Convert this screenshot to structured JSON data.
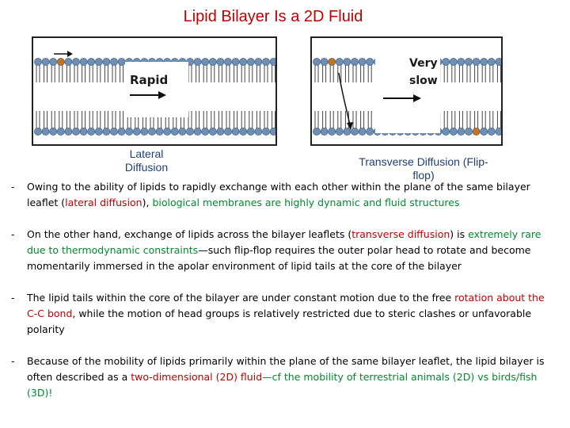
{
  "slide": {
    "title": "Lipid Bilayer Is a 2D Fluid"
  },
  "figure": {
    "left_label": "Rapid",
    "right_label_line1": "Very",
    "right_label_line2": "slow",
    "caption_left": "Lateral\nDiffusion",
    "caption_right": "Transverse Diffusion (Flip-\nflop)"
  },
  "colors": {
    "title": "#c00000",
    "caption": "#1f3f73",
    "red_text": "#c00000",
    "green_text": "#008a2e",
    "lipid_head": "#6e8fb3",
    "marked_head": "#c8741a"
  },
  "bullets": [
    {
      "dash": "-",
      "p1": "Owing to the ability of lipids to rapidly exchange with each other within the plane of the same bilayer leaflet (",
      "p2": "lateral diffusion",
      "p3": "), ",
      "p4": "biological membranes are highly dynamic and fluid structures"
    },
    {
      "dash": "-",
      "p1": "On the other hand, exchange of lipids across the bilayer leaflets (",
      "p2": "transverse diffusion",
      "p3": ") is ",
      "p4": "extremely rare due to thermodynamic constraints",
      "p5": "—such flip-flop requires the outer polar head to rotate and become momentarily immersed in the apolar environment of lipid tails at the core of the bilayer"
    },
    {
      "dash": "-",
      "p1": "The lipid tails within the core of the bilayer are under constant motion due to the free ",
      "p2": "rotation about the C-C bond",
      "p3": ", while the motion of head groups is relatively restricted due to steric clashes or unfavorable polarity"
    },
    {
      "dash": "-",
      "p1": "Because of the mobility of lipids primarily within the plane of the same bilayer leaflet, the lipid bilayer is often described as a ",
      "p2": "two-dimensional (2D) fluid",
      "p3": "—cf the mobility of terrestrial animals (2D) vs birds/fish (3D)!"
    }
  ]
}
